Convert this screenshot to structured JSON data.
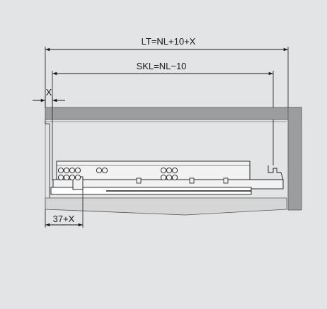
{
  "dimensions": {
    "lt_formula": "LT=NL+10+X",
    "skl_formula": "SKL=NL−10",
    "x_label": "X",
    "front_offset": "37+X"
  },
  "colors": {
    "background": "#e3e4e5",
    "cabinet_panel": "#9d9d9d",
    "line": "#1a1a1a",
    "drawer_fill": "#f2f2f2"
  }
}
